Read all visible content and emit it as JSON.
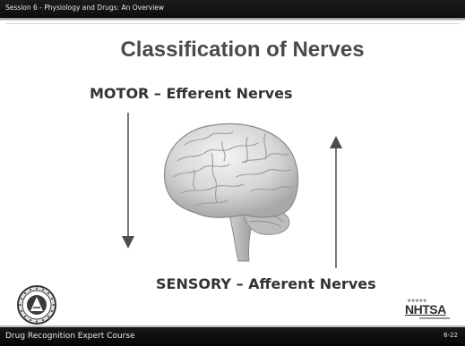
{
  "header": {
    "session_text": "Session 6 - Physiology and Drugs: An Overview"
  },
  "slide": {
    "title": "Classification of Nerves",
    "motor_label": "MOTOR – Efferent Nerves",
    "sensory_label": "SENSORY – Afferent Nerves",
    "arrows": {
      "motor_direction": "down",
      "sensory_direction": "up"
    },
    "illustration": "brain-illustration"
  },
  "logos": {
    "left_seal": "drug-recognition-expert-seal",
    "right_logo": "NHTSA"
  },
  "footer": {
    "course_name": "Drug Recognition Expert Course",
    "slide_number": "6-22"
  },
  "colors": {
    "bar": "#111111",
    "title": "#4a4a4a",
    "text": "#333333",
    "arrow": "#4d4d4d"
  }
}
